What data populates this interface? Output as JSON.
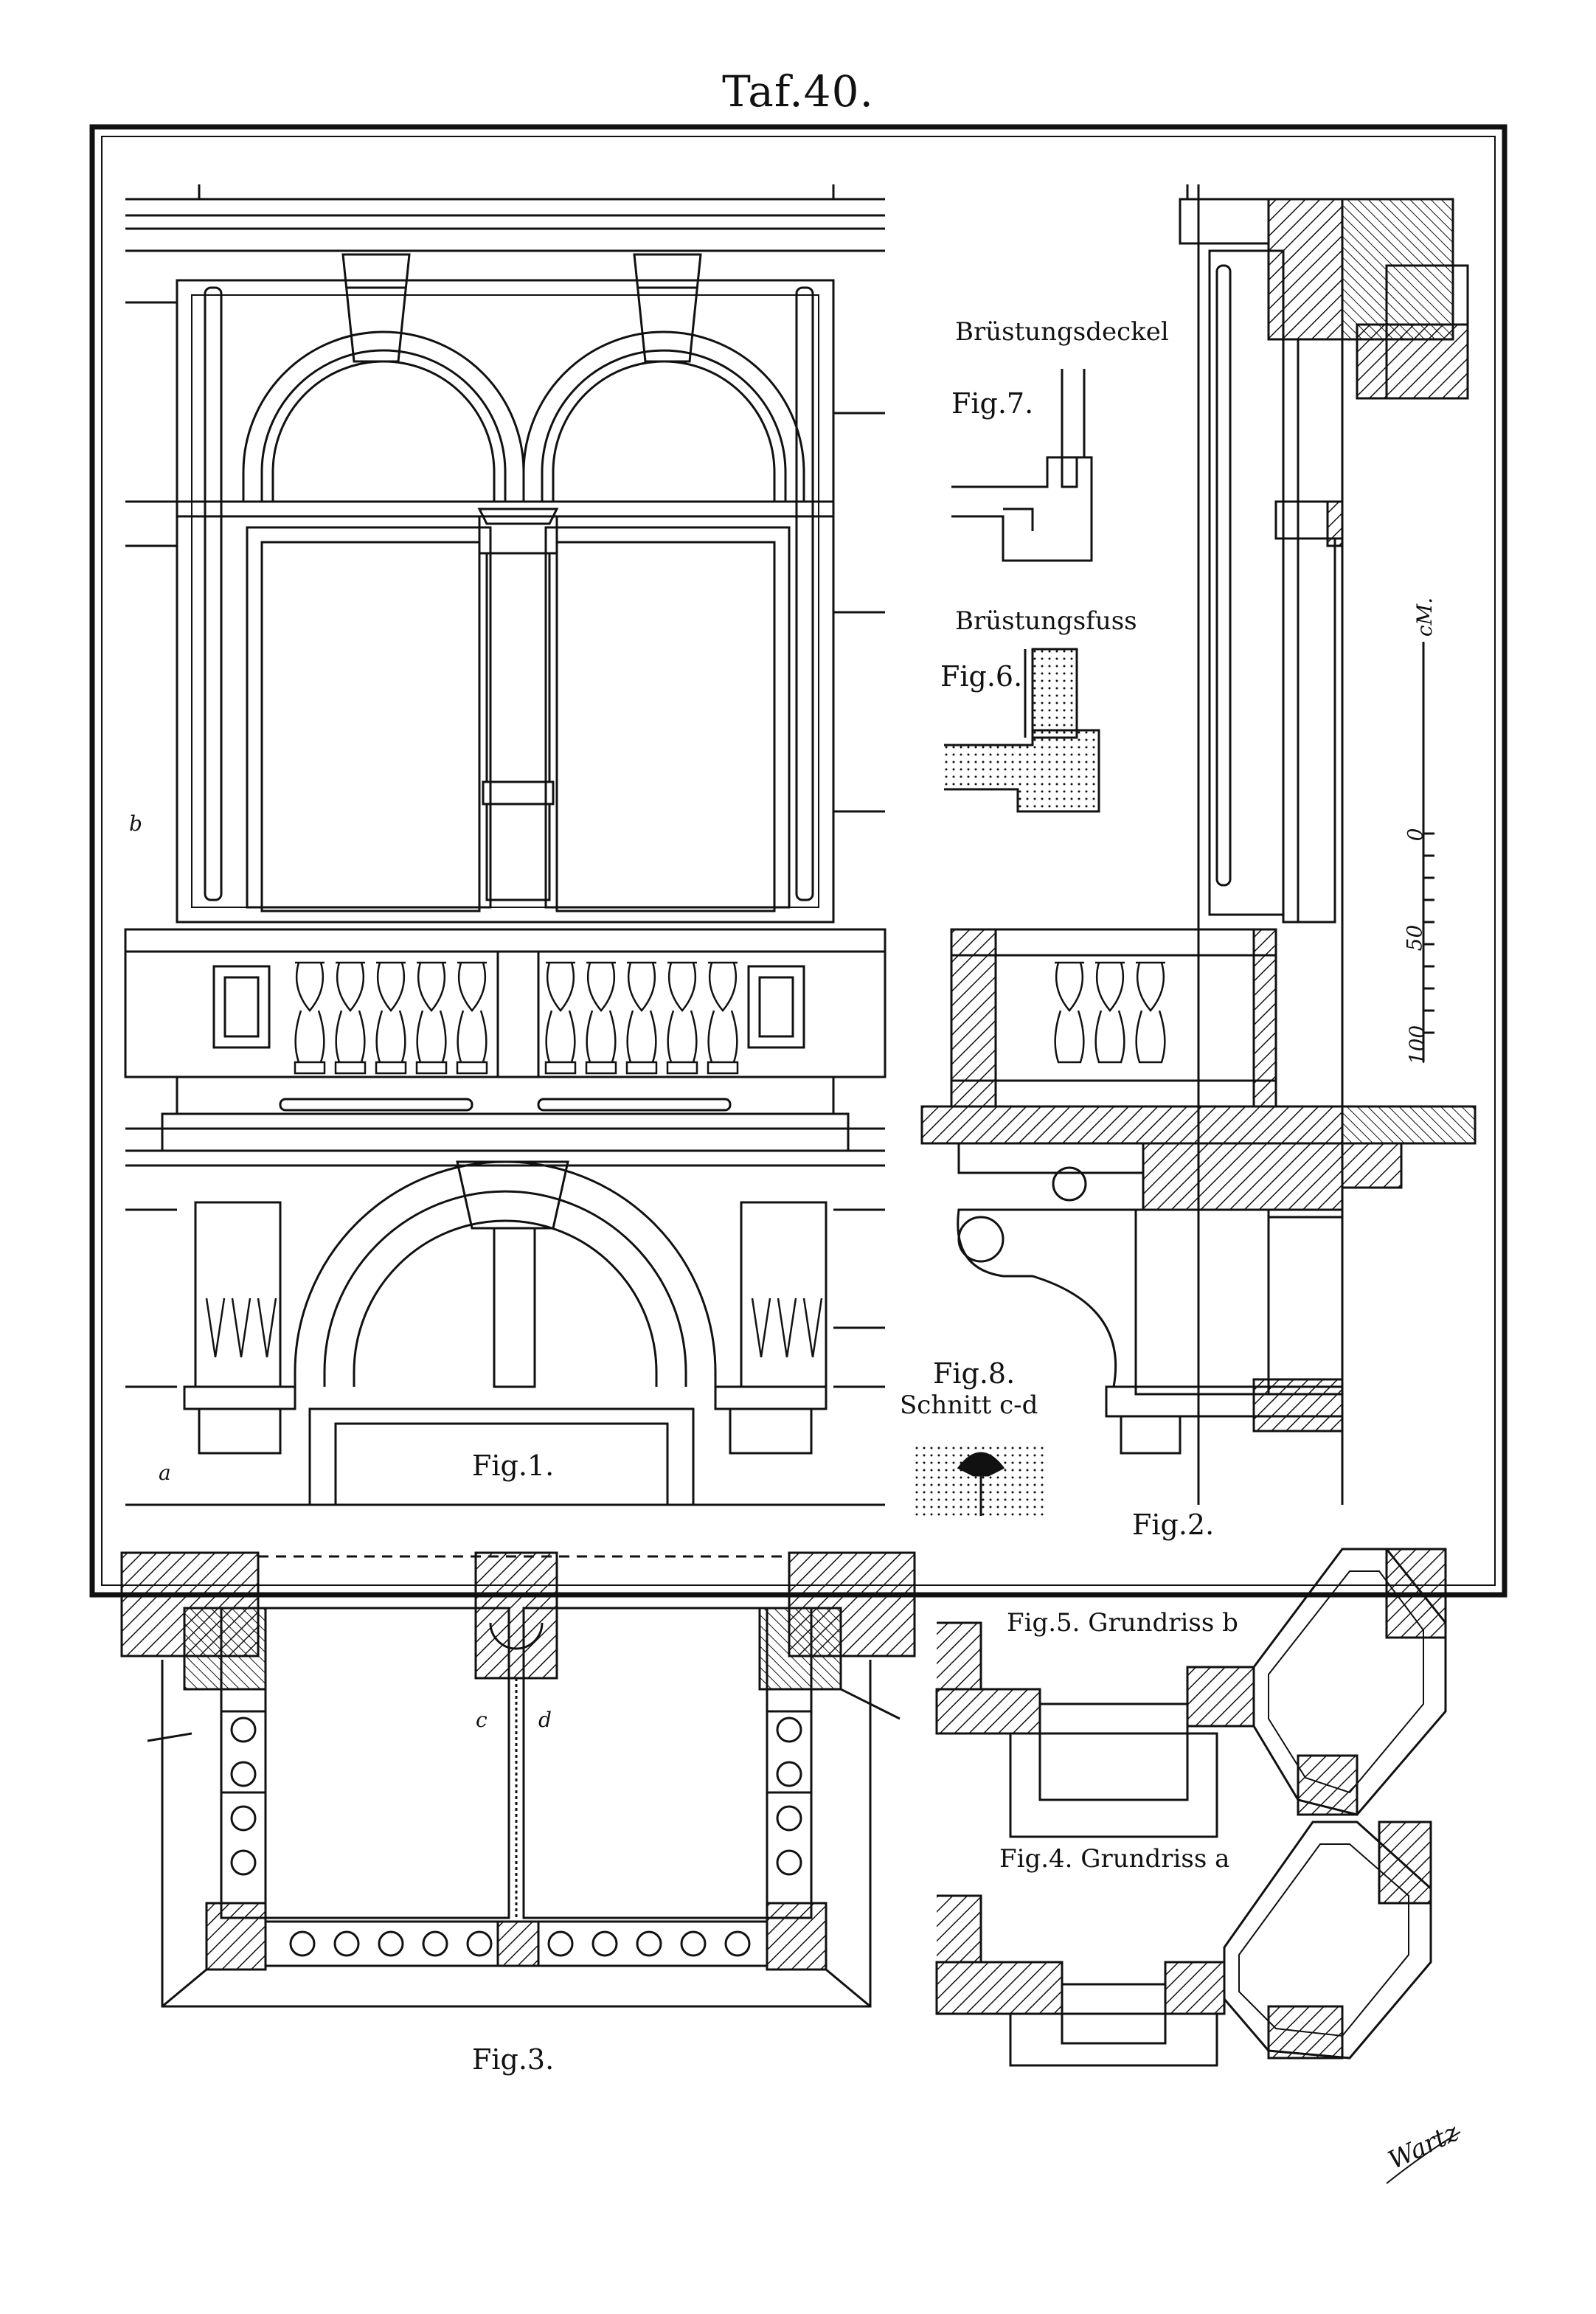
{
  "plate": {
    "title": "Taf.40."
  },
  "labels": {
    "fig1": "Fig.1.",
    "fig2": "Fig.2.",
    "fig3": "Fig.3.",
    "fig4": "Fig.4. Grundriss a",
    "fig5": "Fig.5. Grundriss b",
    "fig6": "Fig.6.",
    "fig7": "Fig.7.",
    "fig8": "Fig.8.",
    "fig8_sub": "Schnitt c-d",
    "bruestungsdeckel": "Brüstungsdeckel",
    "bruestungsfuss": "Brüstungsfuss",
    "mark_a": "a",
    "mark_b": "b",
    "mark_c": "c",
    "mark_d": "d",
    "scale_unit": "cM.",
    "scale_0": "0",
    "scale_50": "50",
    "scale_100": "100",
    "signature": "Wartz"
  }
}
